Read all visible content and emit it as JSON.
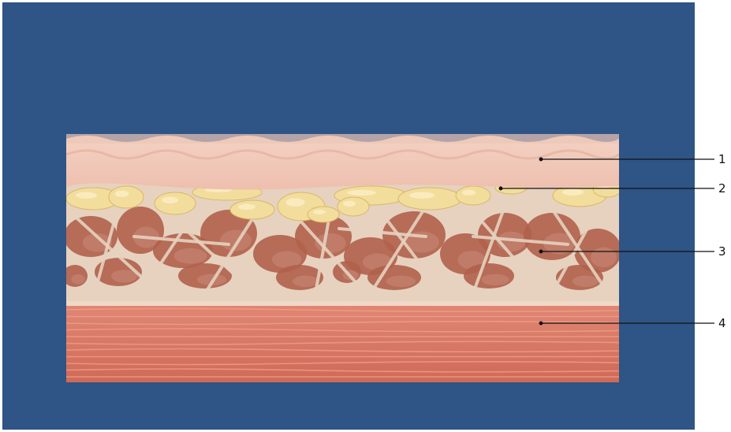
{
  "colors": {
    "background_panel": "#2f5486",
    "outer_background": "#ffffff",
    "skin_layer": "#f0c4b4",
    "skin_surface": "#e8b8a6",
    "fat_cells": "#f3dd9c",
    "connective_tissue": "#e6d2bf",
    "fat_chambers": "#b0604b",
    "muscle": "#d9735f",
    "muscle_fibers": "#f2a08c",
    "callout_line": "#111111"
  },
  "callouts": [
    {
      "id": "skin",
      "label": "1"
    },
    {
      "id": "fat-cells",
      "label": "2"
    },
    {
      "id": "connective-septa",
      "label": "3"
    },
    {
      "id": "muscle",
      "label": "4"
    }
  ]
}
